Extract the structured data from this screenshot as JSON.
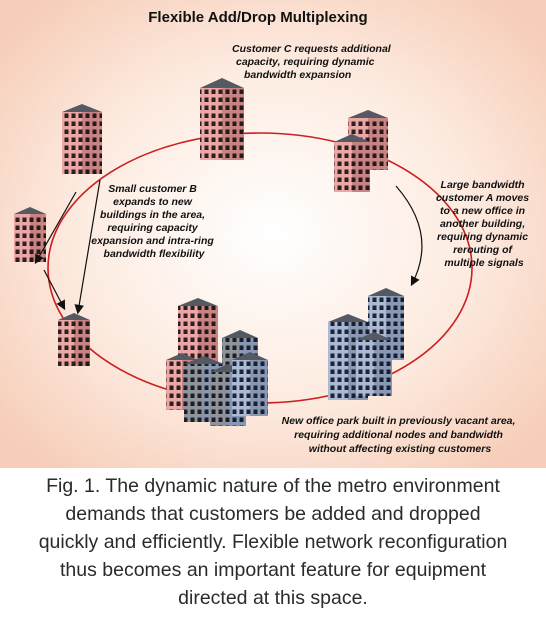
{
  "diagram": {
    "title": "Flexible Add/Drop Multiplexing",
    "annotations": {
      "customer_c": [
        "Customer C requests additional",
        "capacity, requiring dynamic",
        "bandwidth expansion"
      ],
      "customer_b": [
        "Small customer B",
        "expands to new",
        "buildings in the area,",
        "requiring capacity",
        "expansion and intra-ring",
        "bandwidth flexibility"
      ],
      "customer_a": [
        "Large bandwidth",
        "customer A moves",
        "to a new office in",
        "another building,",
        "requiring dynamic",
        "rerouting of",
        "multiple signals"
      ],
      "office_park": [
        "New office park built in previously vacant area,",
        "requiring additional nodes and bandwidth",
        "without affecting existing customers"
      ]
    },
    "colors": {
      "background": "#f8d9c6",
      "ring": "#cc1f1f",
      "pink_building": "#eda6a6",
      "blue_building": "#aab9d6",
      "gray_building": "#8f949c"
    }
  },
  "caption": {
    "lines": [
      "Fig. 1. The dynamic nature of the metro environment",
      "demands that customers be added and dropped",
      "quickly and efficiently. Flexible network reconfiguration",
      "thus becomes an important feature for equipment",
      "directed at this space."
    ]
  }
}
